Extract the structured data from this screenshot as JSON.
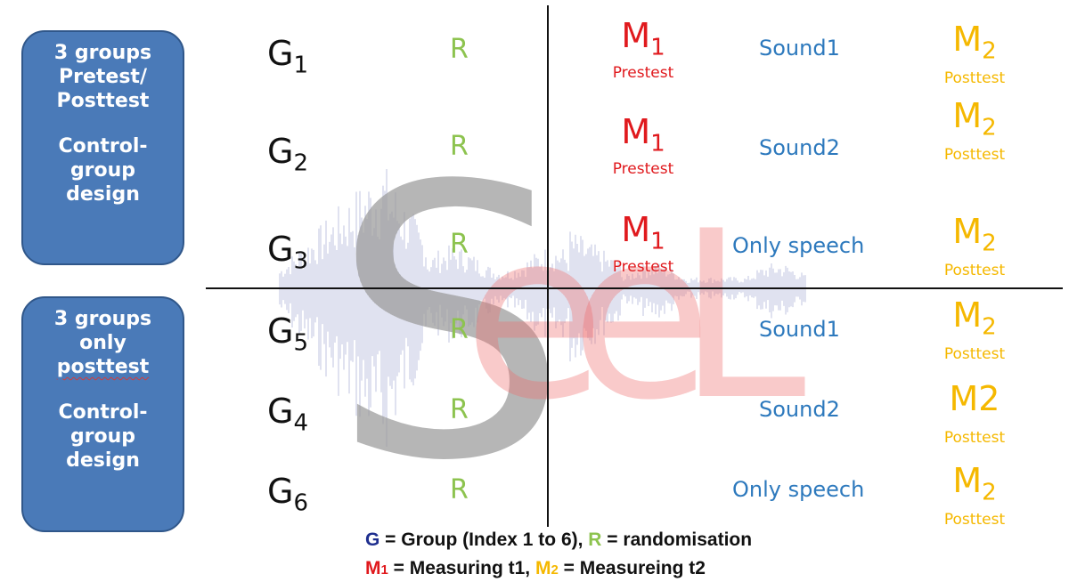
{
  "side_boxes": {
    "top": {
      "lines": [
        "3 groups",
        "Pretest/",
        "Posttest",
        "Control-",
        "group",
        "design"
      ]
    },
    "bottom": {
      "lines": [
        "3 groups",
        "only",
        "posttest",
        "Control-",
        "group",
        "design"
      ]
    }
  },
  "rows": [
    {
      "group": "G",
      "index": "1",
      "rand": "R",
      "pre": {
        "sym": "M",
        "sub": "1",
        "label": "Prestest"
      },
      "treatment": "Sound1",
      "post": {
        "sym": "M",
        "sub": "2",
        "label": "Posttest"
      }
    },
    {
      "group": "G",
      "index": "2",
      "rand": "R",
      "pre": {
        "sym": "M",
        "sub": "1",
        "label": "Prestest"
      },
      "treatment": "Sound2",
      "post": {
        "sym": "M",
        "sub": "2",
        "label": "Posttest"
      }
    },
    {
      "group": "G",
      "index": "3",
      "rand": "R",
      "pre": {
        "sym": "M",
        "sub": "1",
        "label": "Prestest"
      },
      "treatment": "Only speech",
      "post": {
        "sym": "M",
        "sub": "2",
        "label": "Posttest"
      }
    },
    {
      "group": "G",
      "index": "5",
      "rand": "R",
      "treatment": "Sound1",
      "post": {
        "sym": "M",
        "sub": "2",
        "label": "Posttest"
      }
    },
    {
      "group": "G",
      "index": "4",
      "rand": "R",
      "treatment": "Sound2",
      "post": {
        "sym": "M2",
        "sub": "",
        "label": "Posttest"
      }
    },
    {
      "group": "G",
      "index": "6",
      "rand": "R",
      "treatment": "Only speech",
      "post": {
        "sym": "M",
        "sub": "2",
        "label": "Posttest"
      }
    }
  ],
  "legend": {
    "line1": {
      "g": "G",
      "g_text": " = Group (Index 1 to 6),  ",
      "r": "R",
      "r_text": " = randomisation"
    },
    "line2": {
      "m1": "M",
      "m1_sub": "1",
      "m1_text": " = Measuring t1, ",
      "m2": "M",
      "m2_sub": "2",
      "m2_text": " = Measureing t2"
    }
  },
  "watermark": {
    "letters": [
      "S",
      "e",
      "e",
      "L"
    ]
  },
  "colors": {
    "box_fill": "#4a7ab8",
    "randomisation": "#8dc34f",
    "pretest": "#e0191d",
    "treatment": "#2d79bd",
    "posttest": "#f5b800"
  }
}
